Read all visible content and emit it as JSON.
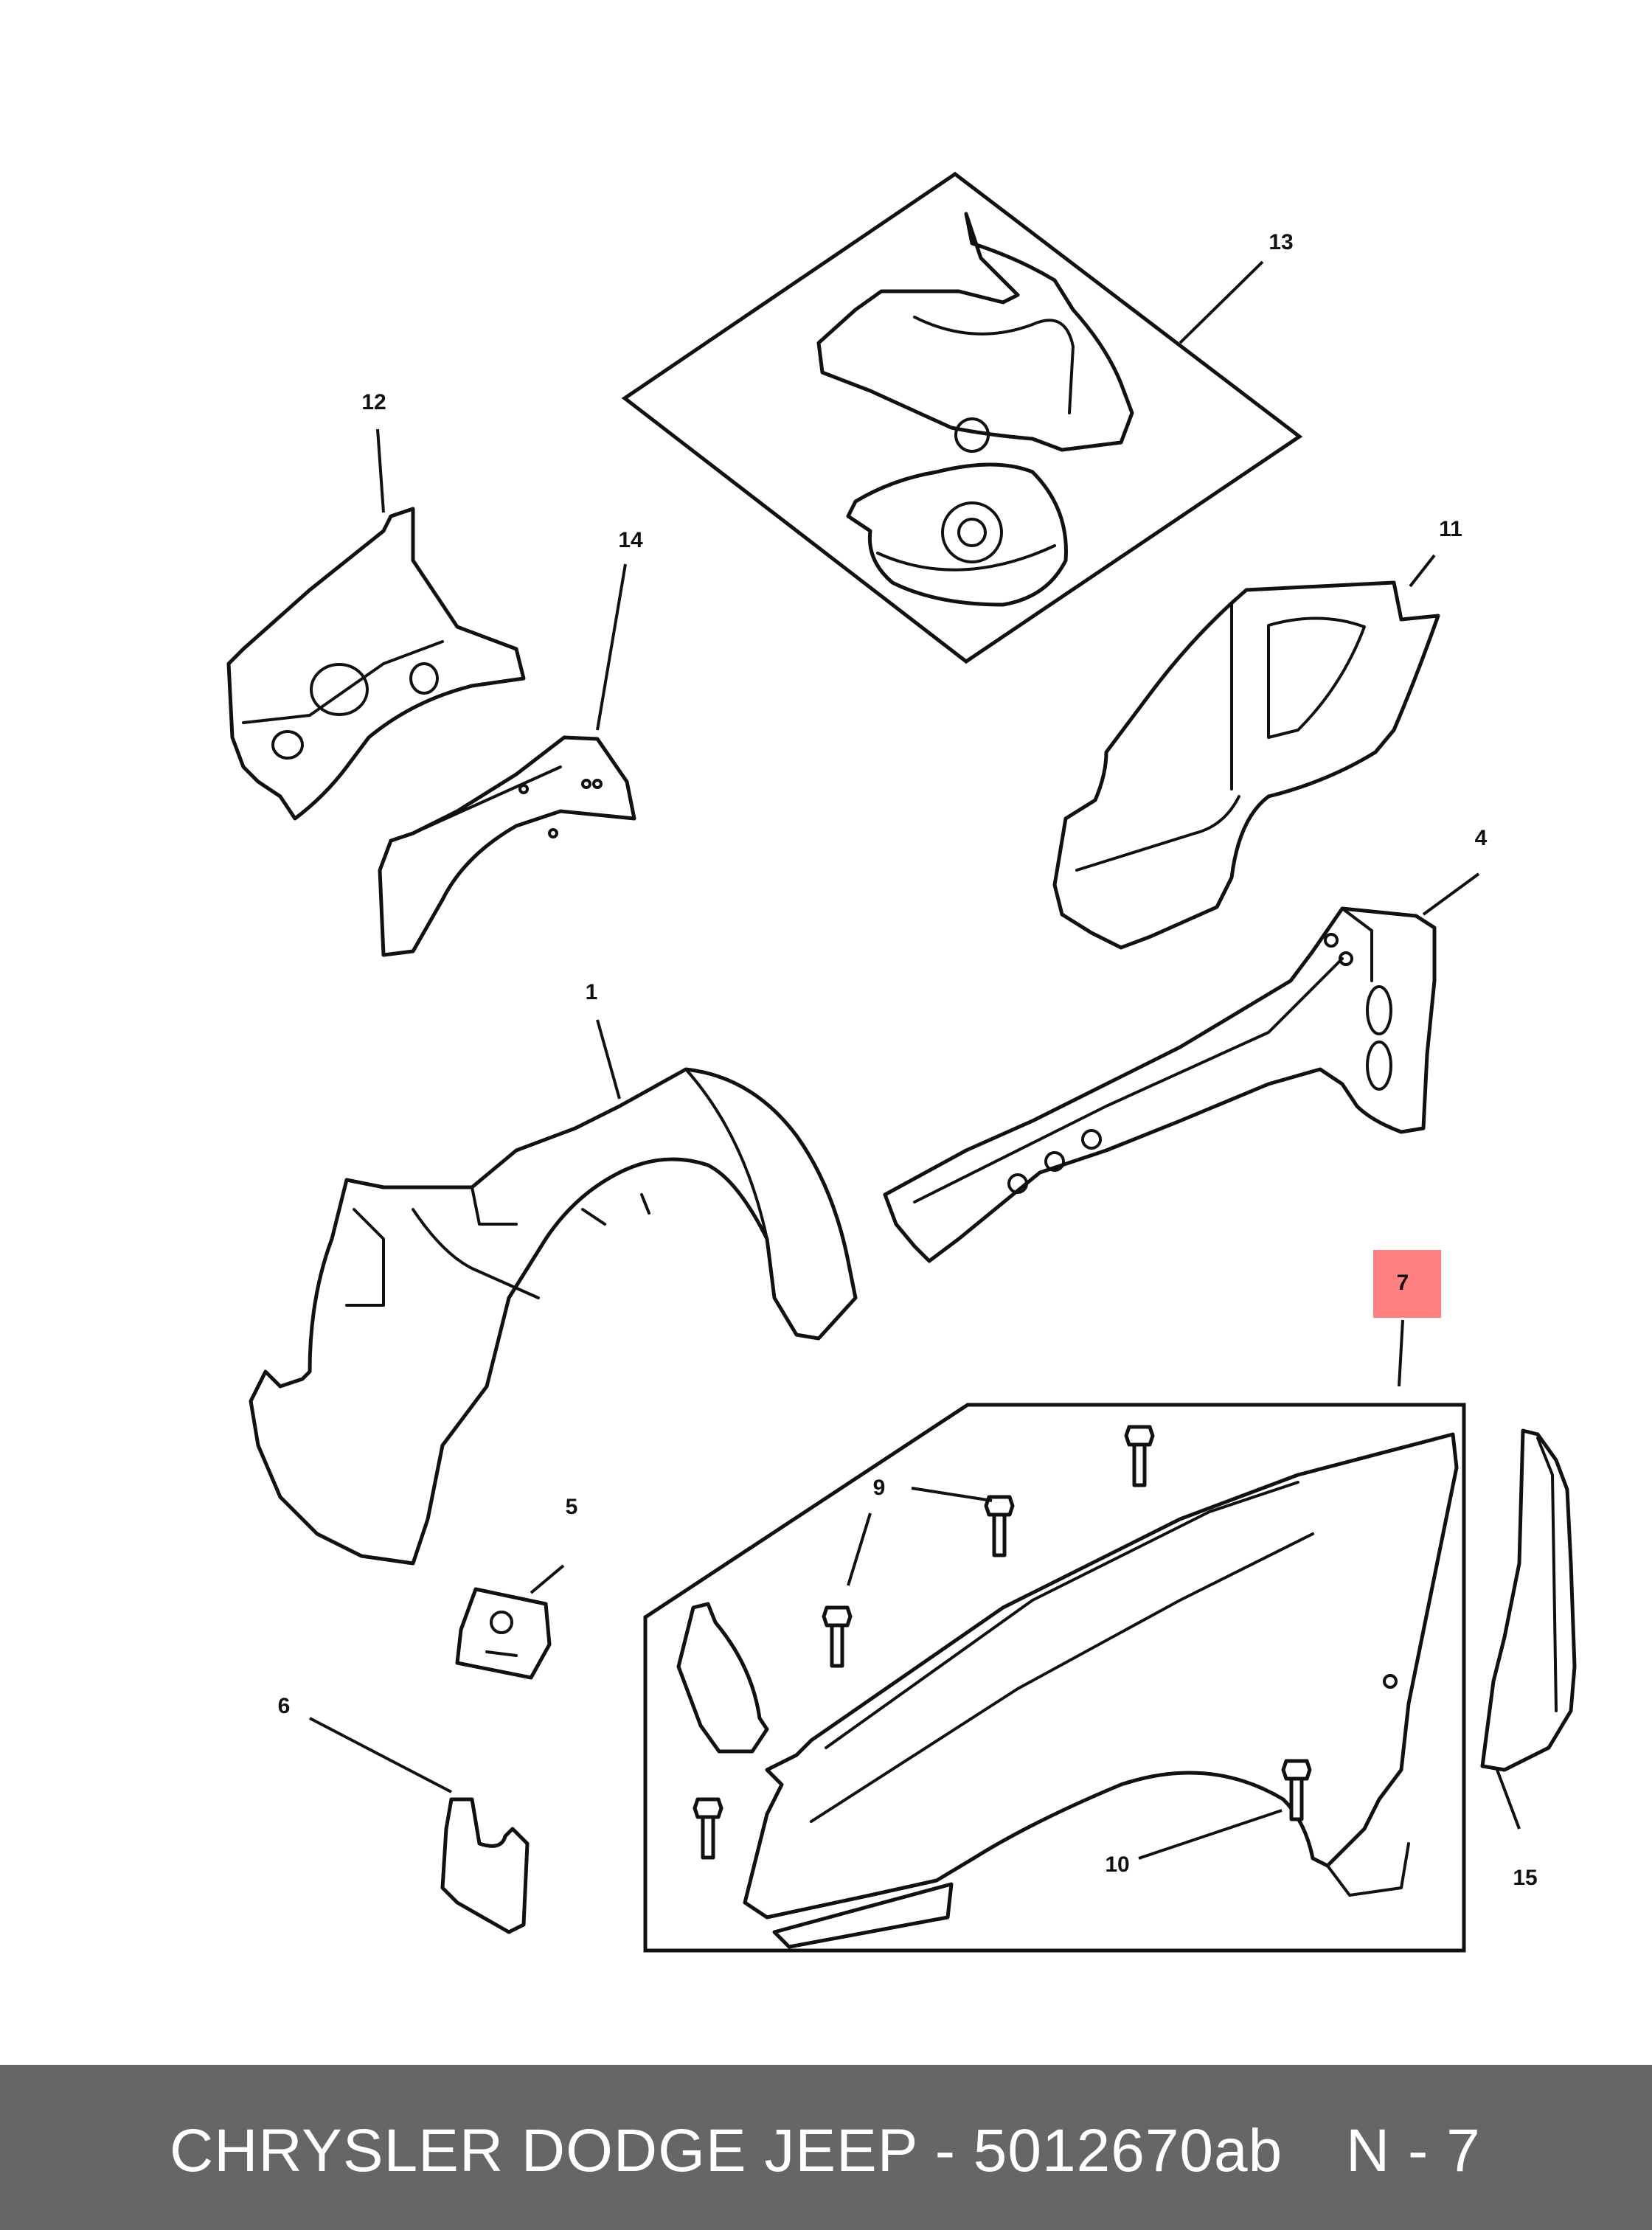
{
  "diagram": {
    "callouts": {
      "c1": "1",
      "c4": "4",
      "c5": "5",
      "c6": "6",
      "c7": "7",
      "c9": "9",
      "c10": "10",
      "c11": "11",
      "c12": "12",
      "c13": "13",
      "c14": "14",
      "c15": "15"
    },
    "highlight_color": "#ff8080"
  },
  "footer": {
    "title": "CHRYSLER DODGE JEEP - 5012670ab",
    "page_ref": "N - 7",
    "background": "#666666"
  }
}
